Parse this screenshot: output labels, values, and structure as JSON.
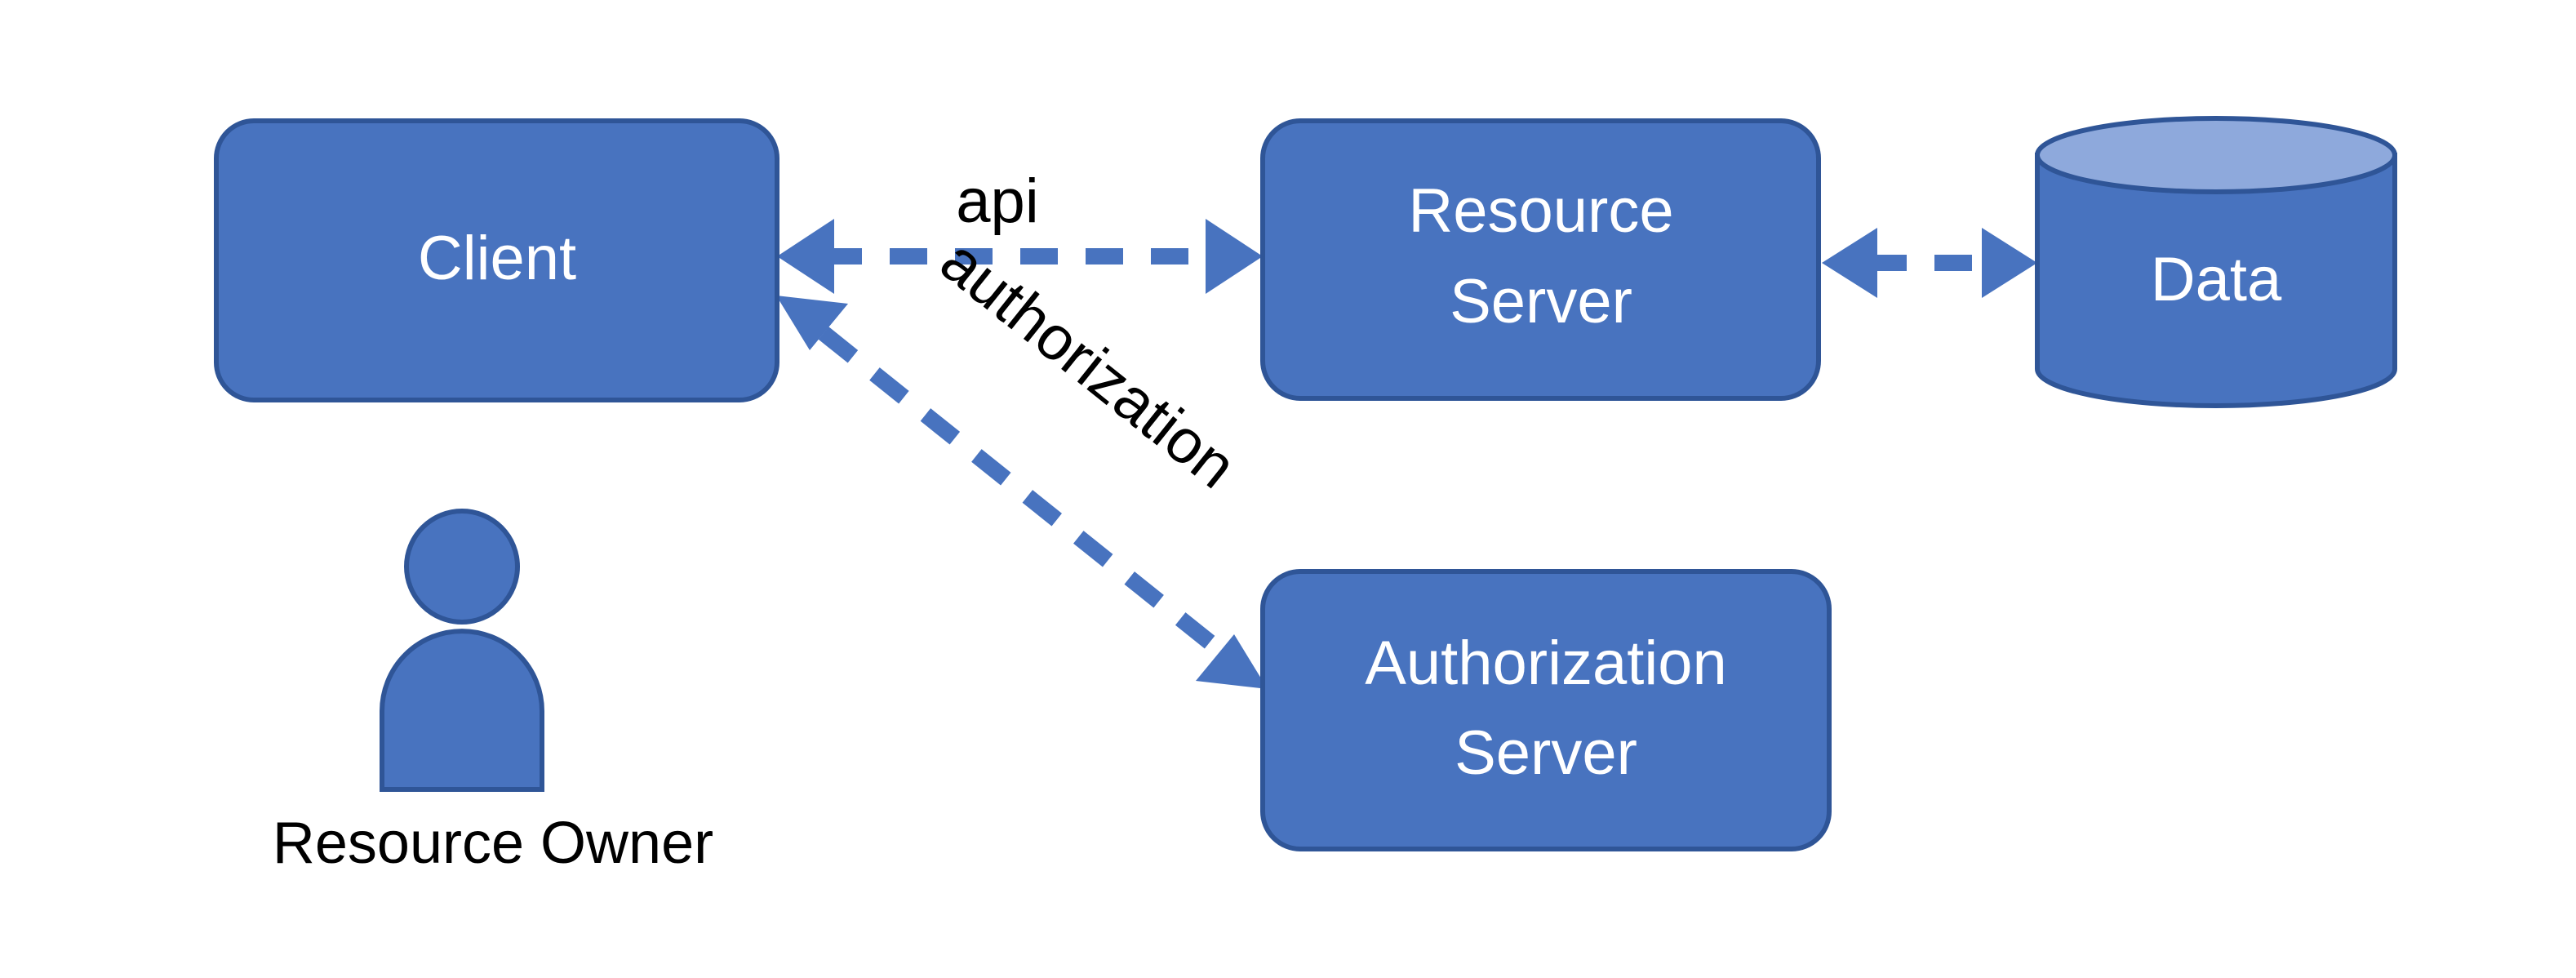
{
  "diagram": {
    "title": "OAuth 2.0 roles diagram",
    "background_color": "#ffffff",
    "palette": {
      "node_fill": "#4873bf",
      "node_stroke": "#2f5597",
      "cylinder_top_fill": "#8ea9dc",
      "connector_color": "#4873bf",
      "node_text_color": "#ffffff",
      "edge_text_color": "#000000"
    },
    "nodes": [
      {
        "id": "client",
        "shape": "rounded-rectangle",
        "label": "Client",
        "label_lines": [
          "Client"
        ]
      },
      {
        "id": "resource-server",
        "shape": "rounded-rectangle",
        "label": "Resource Server",
        "label_lines": [
          "Resource",
          "Server"
        ]
      },
      {
        "id": "data",
        "shape": "cylinder",
        "label": "Data",
        "label_lines": [
          "Data"
        ]
      },
      {
        "id": "authorization-server",
        "shape": "rounded-rectangle",
        "label": "Authorization Server",
        "label_lines": [
          "Authorization",
          "Server"
        ]
      },
      {
        "id": "resource-owner",
        "shape": "person",
        "label": "Resource Owner",
        "label_lines": [
          "Resource Owner"
        ]
      }
    ],
    "edges": [
      {
        "id": "client-resource-server",
        "from": "client",
        "to": "resource-server",
        "label": "api",
        "style": "dashed",
        "arrowheads": "both"
      },
      {
        "id": "resource-server-data",
        "from": "resource-server",
        "to": "data",
        "label": "",
        "style": "dashed",
        "arrowheads": "both"
      },
      {
        "id": "client-authorization-server",
        "from": "client",
        "to": "authorization-server",
        "label": "authorization",
        "style": "dashed",
        "arrowheads": "both"
      }
    ]
  }
}
